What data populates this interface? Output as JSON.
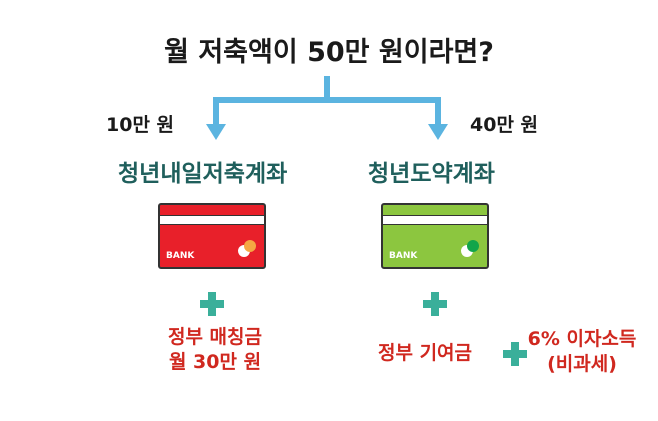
{
  "title": "월 저축액이 50만 원이라면?",
  "left": {
    "amount": "10만 원",
    "account": "청년내일저축계좌",
    "card_label": "BANK",
    "benefit_line1": "정부 매칭금",
    "benefit_line2": "월 30만 원",
    "color": "#e8202a",
    "dot": "#f5a843"
  },
  "right": {
    "amount": "40만 원",
    "account": "청년도약계좌",
    "card_label": "BANK",
    "benefit1": "정부 기여금",
    "benefit2_line1": "6% 이자소득",
    "benefit2_line2": "(비과세)",
    "color": "#8cc63f",
    "dot": "#12a54a"
  },
  "arrow_color": "#5bb4e0"
}
